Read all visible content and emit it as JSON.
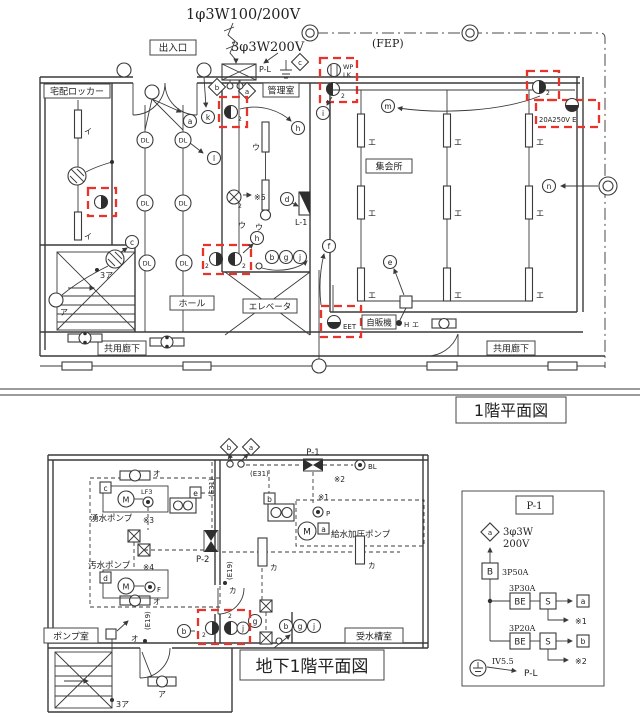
{
  "colors": {
    "ink": "#3a3a3a",
    "highlight_red": "#e8332a",
    "paper": "#ffffff"
  },
  "titles": {
    "floor1": "1階平面図",
    "basement": "地下1階平面図"
  },
  "power": {
    "feed_main": "1φ3W100/200V",
    "feed_sub": "3φ3W200V",
    "fep": "(FEP)"
  },
  "rooms": {
    "entrance": "出入口",
    "delivery_locker": "宅配ロッカー",
    "admin": "管理室",
    "assembly": "集会所",
    "hall": "ホール",
    "elevator": "エレベータ",
    "vending": "自販機",
    "corridor": "共用廊下",
    "pump_room": "ポンプ室",
    "tank_room": "受水槽室"
  },
  "panels": {
    "pl": "P-L",
    "l1": "L-1",
    "p1": "P-1",
    "p2": "P-2"
  },
  "equipment": {
    "spring_pump": "湧水ポンプ",
    "sewage_pump": "汚水ポンプ",
    "booster_pump": "給水加圧ポンプ"
  },
  "devices": {
    "bl": "BL",
    "lf3": "LF3",
    "f": "F",
    "p": "P",
    "motor": "M"
  },
  "outlets": {
    "wp": "WP",
    "lk": "LK",
    "eet": "EET",
    "e250": "20A250V E",
    "duplex": "2"
  },
  "symbols": {
    "dl": "DL"
  },
  "kana": {
    "i": "イ",
    "u": "ウ",
    "e": "エ",
    "o": "オ",
    "ka": "カ",
    "a": "ア",
    "a3": "3ア",
    "h": "H"
  },
  "notes": {
    "n1": "※1",
    "n2": "※2",
    "n3": "※3",
    "n4": "※4",
    "n5": "※5"
  },
  "conduits": {
    "e31": "(E31)",
    "e19": "(E19)"
  },
  "letters": {
    "a": "a",
    "b": "b",
    "c": "c",
    "d": "d",
    "e": "e",
    "f": "f",
    "g": "g",
    "h": "h",
    "i": "i",
    "j": "j",
    "k": "k",
    "l": "l",
    "m": "m",
    "n": "n"
  },
  "detail": {
    "title": "P-1",
    "source": "3φ3W",
    "voltage": "200V",
    "main_sw": "B",
    "main_rating": "3P50A",
    "c1_rating": "3P30A",
    "c2_rating": "3P20A",
    "be": "BE",
    "s": "S",
    "out_a": "a",
    "out_b": "b",
    "note1": "※1",
    "note2": "※2",
    "wire": "IV5.5",
    "pl": "P-L"
  }
}
